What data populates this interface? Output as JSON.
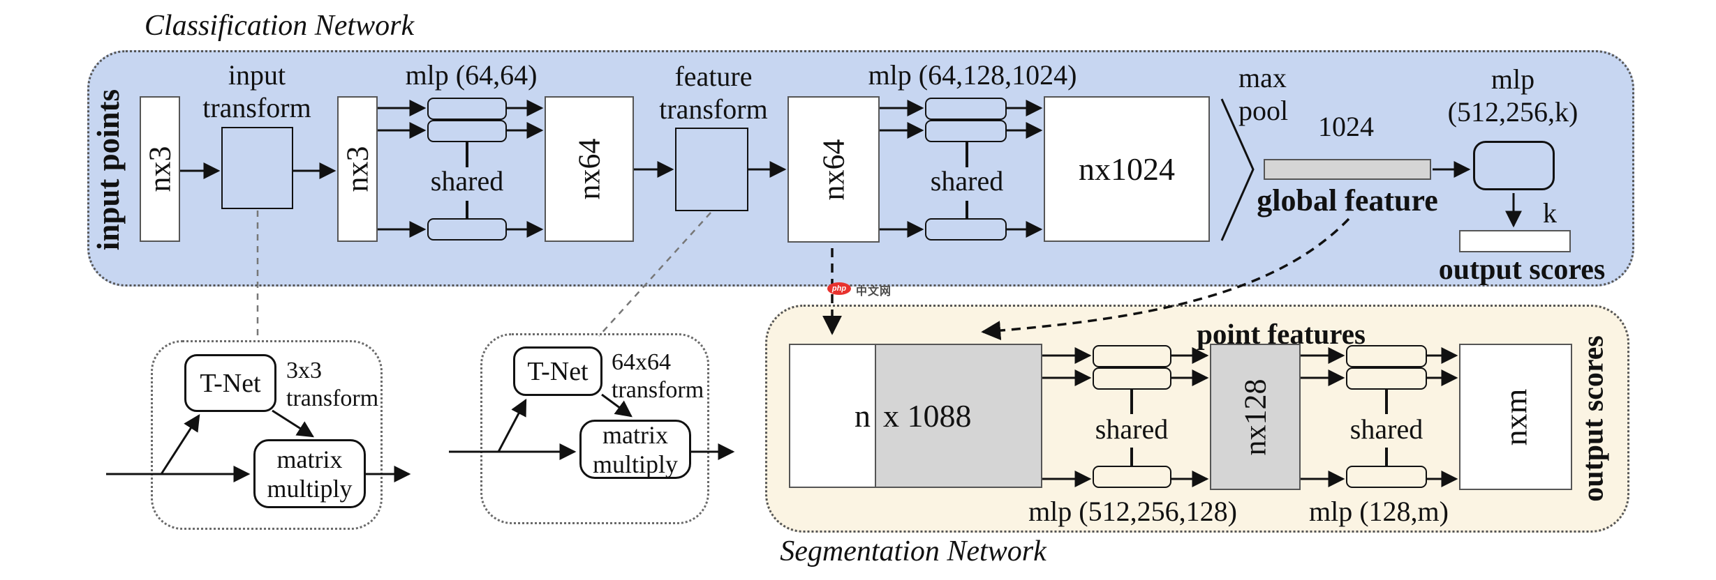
{
  "colors": {
    "blue_bg": "#c7d6f1",
    "cream_bg": "#fbf4e3",
    "gray_fill": "#d5d5d5",
    "box_border": "#555555",
    "ink": "#111111",
    "dash_gray": "#777777",
    "wm_red": "#e8322e"
  },
  "classification": {
    "title": "Classification Network",
    "side_label": "input points",
    "nx3_a": "nx3",
    "input_transform": {
      "line1": "input",
      "line2": "transform"
    },
    "nx3_b": "nx3",
    "mlp1": {
      "label": "mlp (64,64)",
      "shared": "shared"
    },
    "nx64_a": "nx64",
    "feature_transform": {
      "line1": "feature",
      "line2": "transform"
    },
    "nx64_b": "nx64",
    "mlp2": {
      "label": "mlp (64,128,1024)",
      "shared": "shared"
    },
    "nx1024": "nx1024",
    "max_pool": {
      "line1": "max",
      "line2": "pool"
    },
    "global_feature": {
      "size": "1024",
      "label": "global feature"
    },
    "mlp3": {
      "line1": "mlp",
      "line2": "(512,256,k)"
    },
    "k_label": "k",
    "output_scores": "output scores"
  },
  "segmentation": {
    "title": "Segmentation Network",
    "point_features": "point features",
    "input_box": {
      "left": "n",
      "right": "x 1088"
    },
    "mlp1": {
      "shared": "shared",
      "label": "mlp (512,256,128)"
    },
    "nx128": "nx128",
    "mlp2": {
      "shared": "shared",
      "label": "mlp (128,m)"
    },
    "nxm": "nxm",
    "output_scores": "output scores"
  },
  "tnet1": {
    "name": "T-Net",
    "transform": {
      "line1": "3x3",
      "line2": "transform"
    },
    "matrix": {
      "line1": "matrix",
      "line2": "multiply"
    }
  },
  "tnet2": {
    "name": "T-Net",
    "transform": {
      "line1": "64x64",
      "line2": "transform"
    },
    "matrix": {
      "line1": "matrix",
      "line2": "multiply"
    }
  },
  "watermark": {
    "logo": "php",
    "text": "中文网"
  }
}
